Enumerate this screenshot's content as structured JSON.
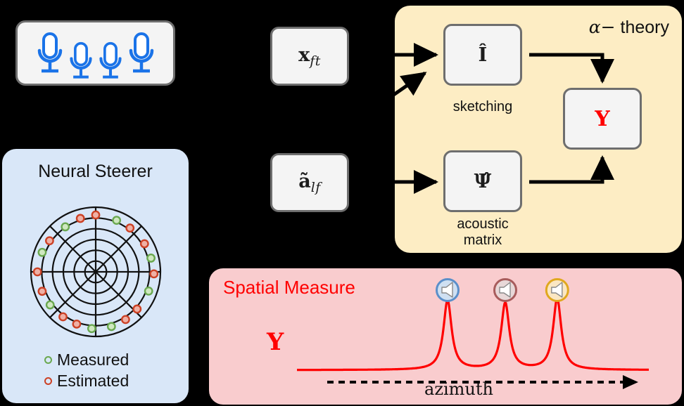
{
  "mic_array": {
    "name": "microphone-array",
    "mic_count": 4,
    "icon": "microphone-icon",
    "color": "#1a73e8",
    "card_background": "#f4f4f4",
    "card_border": "#6e6e6e"
  },
  "neural_steerer": {
    "title": "Neural Steerer",
    "background": "#d9e7f8",
    "legend": [
      {
        "label": "Measured",
        "color": "#6aa84f",
        "marker": "hollow-circle"
      },
      {
        "label": "Estimated",
        "color": "#cc4125",
        "marker": "hollow-circle"
      }
    ],
    "polar_plot": {
      "rings": 6,
      "spokes": 8,
      "grid_color": "#111111",
      "points": [
        {
          "angle_deg": 90,
          "radius": 0.88,
          "type": "estimated"
        },
        {
          "angle_deg": 106,
          "radius": 0.86,
          "type": "estimated"
        },
        {
          "angle_deg": 124,
          "radius": 0.84,
          "type": "measured"
        },
        {
          "angle_deg": 146,
          "radius": 0.86,
          "type": "estimated"
        },
        {
          "angle_deg": 160,
          "radius": 0.88,
          "type": "measured"
        },
        {
          "angle_deg": 180,
          "radius": 0.9,
          "type": "estimated"
        },
        {
          "angle_deg": 200,
          "radius": 0.88,
          "type": "estimated"
        },
        {
          "angle_deg": 216,
          "radius": 0.87,
          "type": "measured"
        },
        {
          "angle_deg": 234,
          "radius": 0.86,
          "type": "estimated"
        },
        {
          "angle_deg": 250,
          "radius": 0.86,
          "type": "estimated"
        },
        {
          "angle_deg": 266,
          "radius": 0.88,
          "type": "measured"
        },
        {
          "angle_deg": 286,
          "radius": 0.88,
          "type": "measured"
        },
        {
          "angle_deg": 302,
          "radius": 0.87,
          "type": "estimated"
        },
        {
          "angle_deg": 318,
          "radius": 0.86,
          "type": "estimated"
        },
        {
          "angle_deg": 340,
          "radius": 0.87,
          "type": "measured"
        },
        {
          "angle_deg": 358,
          "radius": 0.9,
          "type": "estimated"
        },
        {
          "angle_deg": 14,
          "radius": 0.88,
          "type": "measured"
        },
        {
          "angle_deg": 30,
          "radius": 0.87,
          "type": "estimated"
        },
        {
          "angle_deg": 52,
          "radius": 0.86,
          "type": "estimated"
        },
        {
          "angle_deg": 68,
          "radius": 0.86,
          "type": "measured"
        }
      ]
    }
  },
  "inputs": {
    "signal_box": {
      "symbol": "x",
      "subscript": "ft"
    },
    "steering_box": {
      "symbol": "ã",
      "subscript": "lf"
    }
  },
  "alpha_theory": {
    "label_alpha": "α−",
    "label_theory": "theory",
    "background": "#fdedc4",
    "blocks": [
      {
        "symbol": "Î",
        "caption": "sketching"
      },
      {
        "symbol": "Ψ̂",
        "caption": "acoustic\nmatrix"
      },
      {
        "symbol": "Υ",
        "caption": "",
        "color": "#ff0000"
      }
    ],
    "sketching_caption": "sketching",
    "acoustic_caption_line1": "acoustic",
    "acoustic_caption_line2": "matrix",
    "upsilon_symbol": "Υ"
  },
  "spatial_measure": {
    "title": "Spatial Measure",
    "title_color": "#ff0000",
    "background": "#f9ccce",
    "upsilon_symbol": "Υ",
    "axis_label": "azimuth",
    "axis_style": "dashed-arrow",
    "curve_color": "#ff0000",
    "peaks": [
      {
        "x_frac": 0.4,
        "height": 1.0,
        "source_icon": "speaker-icon",
        "ring_color": "#5b8fc9",
        "fill_color": "#cfe0f2"
      },
      {
        "x_frac": 0.6,
        "height": 0.96,
        "source_icon": "speaker-icon",
        "ring_color": "#a85c5c",
        "fill_color": "#e8d8d8"
      },
      {
        "x_frac": 0.78,
        "height": 1.02,
        "source_icon": "speaker-icon",
        "ring_color": "#e0a81e",
        "fill_color": "#fbe7c2"
      }
    ]
  }
}
